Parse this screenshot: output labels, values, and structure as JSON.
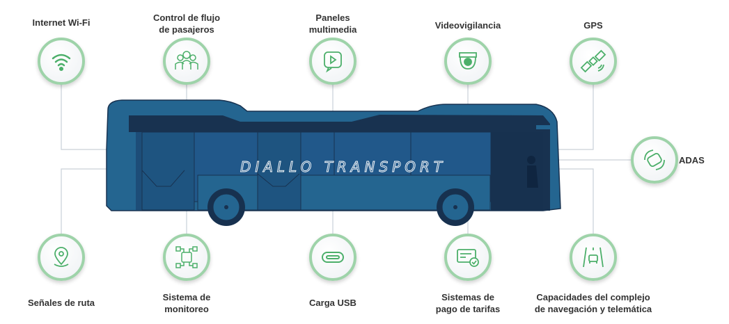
{
  "bus_name": "DIALLO TRANSPORT",
  "features_top": [
    {
      "label": "Internet Wi-Fi",
      "icon": "wifi-icon"
    },
    {
      "label": "Control de flujo\nde pasajeros",
      "icon": "passengers-icon"
    },
    {
      "label": "Paneles\nmultimedia",
      "icon": "multimedia-icon"
    },
    {
      "label": "Videovigilancia",
      "icon": "camera-icon"
    },
    {
      "label": "GPS",
      "icon": "satellite-icon"
    }
  ],
  "feature_right": {
    "label": "ADAS",
    "icon": "car-assist-icon"
  },
  "features_bottom": [
    {
      "label": "Señales de ruta",
      "icon": "map-pin-icon"
    },
    {
      "label": "Sistema de\nmonitoreo",
      "icon": "chip-icon"
    },
    {
      "label": "Carga USB",
      "icon": "usb-icon"
    },
    {
      "label": "Sistemas de\npago de tarifas",
      "icon": "payment-card-icon"
    },
    {
      "label": "Capacidades del complejo\nde navegación y telemática",
      "icon": "road-car-icon"
    }
  ],
  "colors": {
    "accent": "#4caf6a",
    "ring": "#9ed3a9",
    "bus": "#246590",
    "bus_dark": "#183250"
  }
}
